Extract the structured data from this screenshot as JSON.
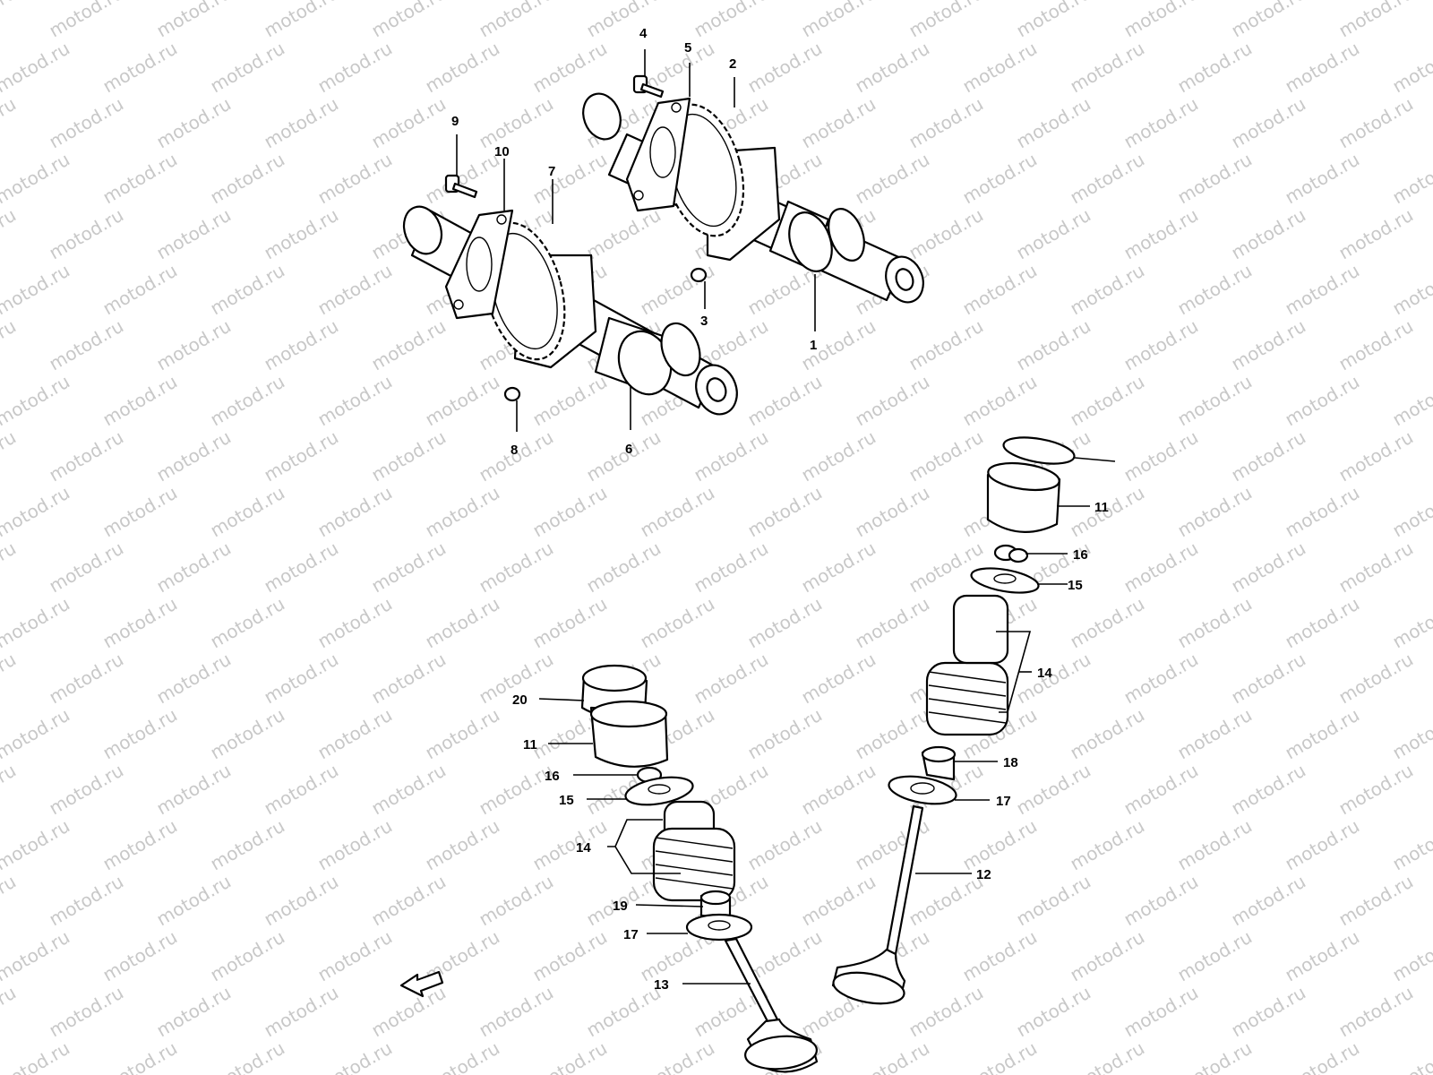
{
  "watermark": "motod.ru",
  "labels": [
    {
      "id": "1",
      "text": "1"
    },
    {
      "id": "2",
      "text": "2"
    },
    {
      "id": "3",
      "text": "3"
    },
    {
      "id": "4",
      "text": "4"
    },
    {
      "id": "5",
      "text": "5"
    },
    {
      "id": "6",
      "text": "6"
    },
    {
      "id": "7",
      "text": "7"
    },
    {
      "id": "8",
      "text": "8"
    },
    {
      "id": "9",
      "text": "9"
    },
    {
      "id": "10",
      "text": "10"
    },
    {
      "id": "11a",
      "text": "11"
    },
    {
      "id": "16a",
      "text": "16"
    },
    {
      "id": "15a",
      "text": "15"
    },
    {
      "id": "14a",
      "text": "14"
    },
    {
      "id": "18",
      "text": "18"
    },
    {
      "id": "17a",
      "text": "17"
    },
    {
      "id": "12",
      "text": "12"
    },
    {
      "id": "20",
      "text": "20"
    },
    {
      "id": "11b",
      "text": "11"
    },
    {
      "id": "16b",
      "text": "16"
    },
    {
      "id": "15b",
      "text": "15"
    },
    {
      "id": "14b",
      "text": "14"
    },
    {
      "id": "19",
      "text": "19"
    },
    {
      "id": "17b",
      "text": "17"
    },
    {
      "id": "13",
      "text": "13"
    }
  ]
}
